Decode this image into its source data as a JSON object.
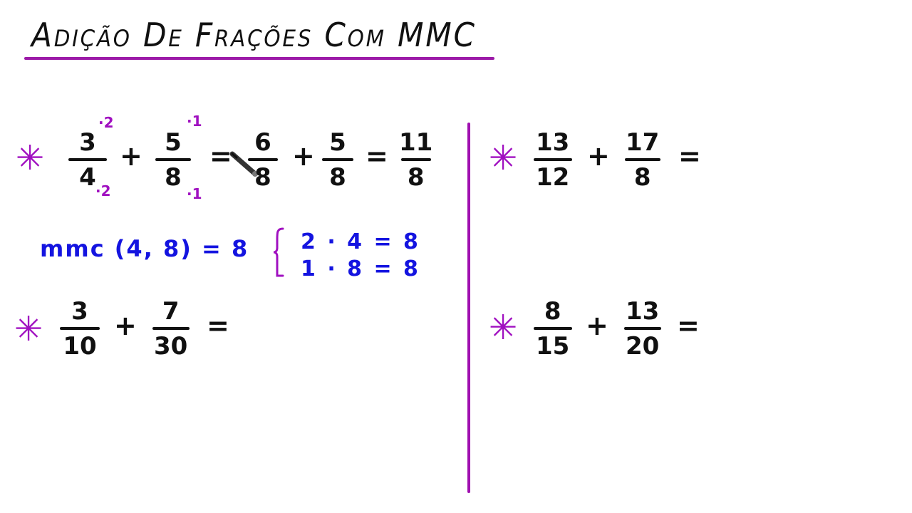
{
  "title": "Adição De Frações Com MMC",
  "colors": {
    "accent_purple": "#a010c0",
    "mmc_blue": "#1414e0",
    "ink": "#111111",
    "background": "#ffffff"
  },
  "bullet_symbol": "✳",
  "problems": [
    {
      "id": "p1",
      "fractions": [
        {
          "num": "3",
          "den": "4",
          "mult_top": "·2",
          "mult_bottom": "·2"
        },
        {
          "num": "5",
          "den": "8",
          "mult_top": "·1",
          "mult_bottom": "·1"
        }
      ],
      "operator": "+",
      "equals": "=",
      "step": [
        {
          "num": "6",
          "den": "8"
        },
        {
          "num": "5",
          "den": "8"
        }
      ],
      "step_operator": "+",
      "step_equals": "=",
      "result": {
        "num": "11",
        "den": "8"
      }
    },
    {
      "id": "p2",
      "fractions": [
        {
          "num": "3",
          "den": "10"
        },
        {
          "num": "7",
          "den": "30"
        }
      ],
      "operator": "+",
      "equals": "="
    },
    {
      "id": "p3",
      "fractions": [
        {
          "num": "13",
          "den": "12"
        },
        {
          "num": "17",
          "den": "8"
        }
      ],
      "operator": "+",
      "equals": "="
    },
    {
      "id": "p4",
      "fractions": [
        {
          "num": "8",
          "den": "15"
        },
        {
          "num": "13",
          "den": "20"
        }
      ],
      "operator": "+",
      "equals": "="
    }
  ],
  "mmc_note": {
    "expression": "mmc (4, 8) = 8",
    "lines": [
      "2 · 4 = 8",
      "1 · 8 = 8"
    ]
  },
  "tool": "pencil-cursor"
}
